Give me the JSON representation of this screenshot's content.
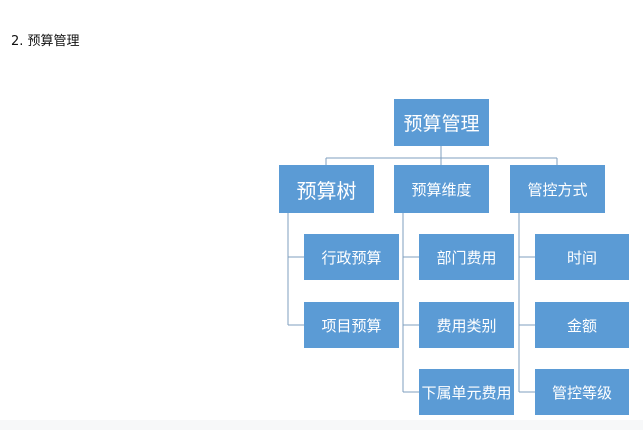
{
  "heading": "2. 预算管理",
  "diagram": {
    "root": "预算管理",
    "branches": [
      {
        "label": "预算树",
        "children": [
          "行政预算",
          "项目预算"
        ]
      },
      {
        "label": "预算维度",
        "children": [
          "部门费用",
          "费用类别",
          "下属单元费用"
        ]
      },
      {
        "label": "管控方式",
        "children": [
          "时间",
          "金额",
          "管控等级"
        ]
      }
    ]
  },
  "colors": {
    "box_fill": "#5b9bd5",
    "box_text": "#ffffff",
    "connector": "#7f9fbf"
  }
}
